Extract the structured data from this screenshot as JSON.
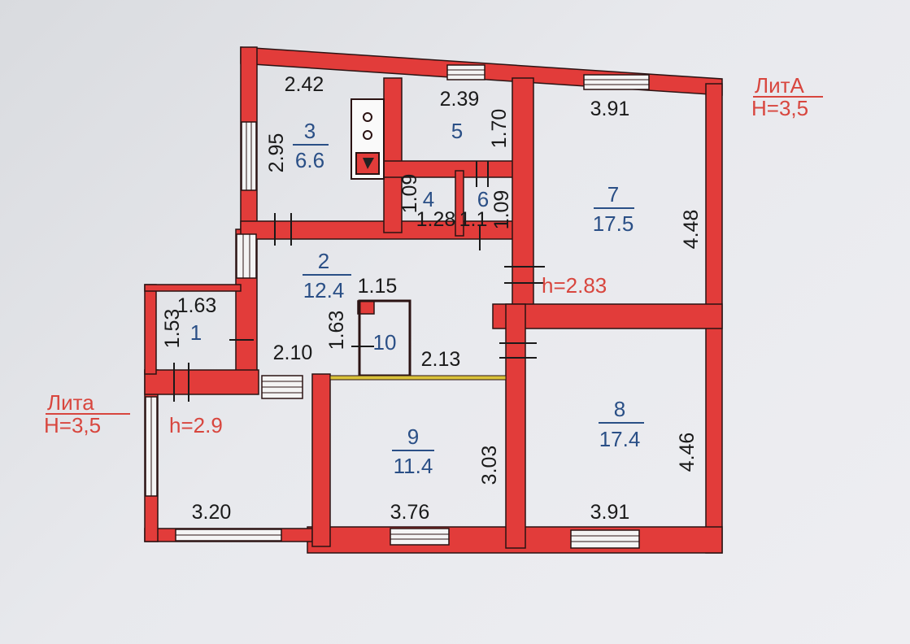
{
  "colors": {
    "wall": "#e23c3a",
    "wall_outline": "#2b1313",
    "room_number": "#2a4f86",
    "height_label": "#d8463e",
    "dimension": "#1a1a1a"
  },
  "labels": {
    "lit_a_right": "ЛитА",
    "h_right": "Н=3,5",
    "lit_a_left": "Лита",
    "h_left": "Н=3,5",
    "h_main": "h=2.83",
    "h_annex": "h=2.9"
  },
  "rooms": [
    {
      "number": "1",
      "area": ""
    },
    {
      "number": "2",
      "area": "12.4"
    },
    {
      "number": "3",
      "area": "6.6"
    },
    {
      "number": "4",
      "area": ""
    },
    {
      "number": "5",
      "area": ""
    },
    {
      "number": "6",
      "area": ""
    },
    {
      "number": "7",
      "area": "17.5"
    },
    {
      "number": "8",
      "area": "17.4"
    },
    {
      "number": "9",
      "area": "11.4"
    },
    {
      "number": "10",
      "area": ""
    }
  ],
  "dimensions": {
    "r3_w": "2.42",
    "r3_h": "2.95",
    "r5_w": "2.39",
    "r5_h": "1.70",
    "r4_h": "1.09",
    "r4_w": "1.28",
    "r6_w": "1.1",
    "r6_h": "1.09",
    "r7_w": "3.91",
    "r7_h": "4.48",
    "r2_a": "1.15",
    "r2_b": "1.63",
    "r2_c": "2.10",
    "r2_d": "2.13",
    "r1_w": "1.63",
    "r1_h": "1.53",
    "r8_w": "3.91",
    "r8_h": "4.46",
    "r9_w": "3.76",
    "r9_h": "3.03",
    "annex_w": "3.20"
  }
}
